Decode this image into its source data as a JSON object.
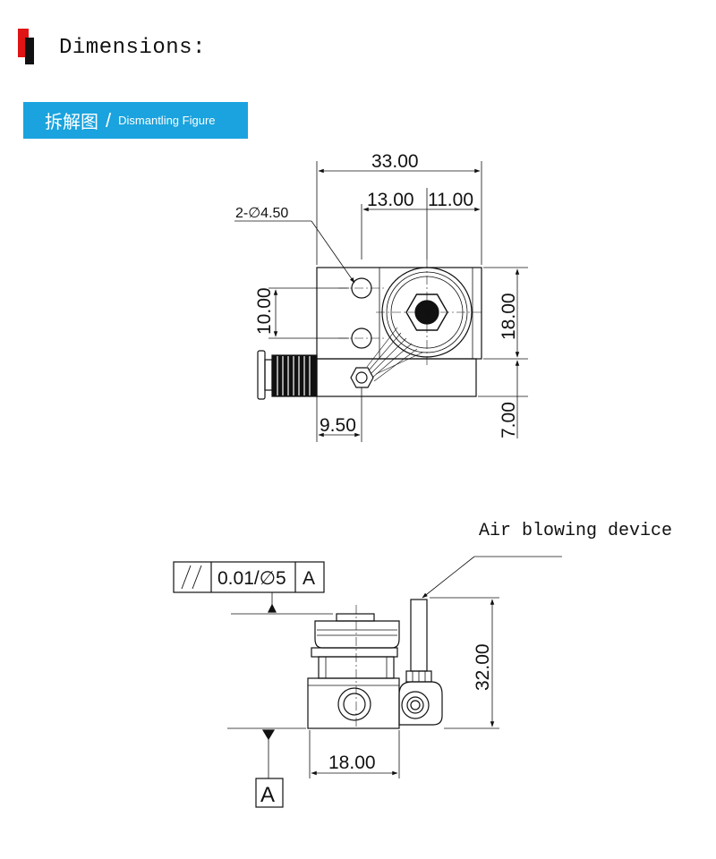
{
  "header": {
    "title": "Dimensions:"
  },
  "banner": {
    "chinese": "拆解图",
    "slash": "/",
    "english": "Dismantling Figure"
  },
  "top_view": {
    "dim_width": "33.00",
    "dim_a": "13.00",
    "dim_b": "11.00",
    "hole_label": "2-∅4.50",
    "dim_holes": "10.00",
    "dim_height": "18.00",
    "dim_lower": "7.00",
    "dim_offset": "9.50"
  },
  "side_view": {
    "annotation": "Air blowing device",
    "tol_value": "0.01/∅5",
    "tol_datum": "A",
    "dim_height": "32.00",
    "dim_width": "18.00",
    "datum": "A"
  },
  "colors": {
    "banner": "#1aa3de",
    "marker": "#e01414"
  }
}
